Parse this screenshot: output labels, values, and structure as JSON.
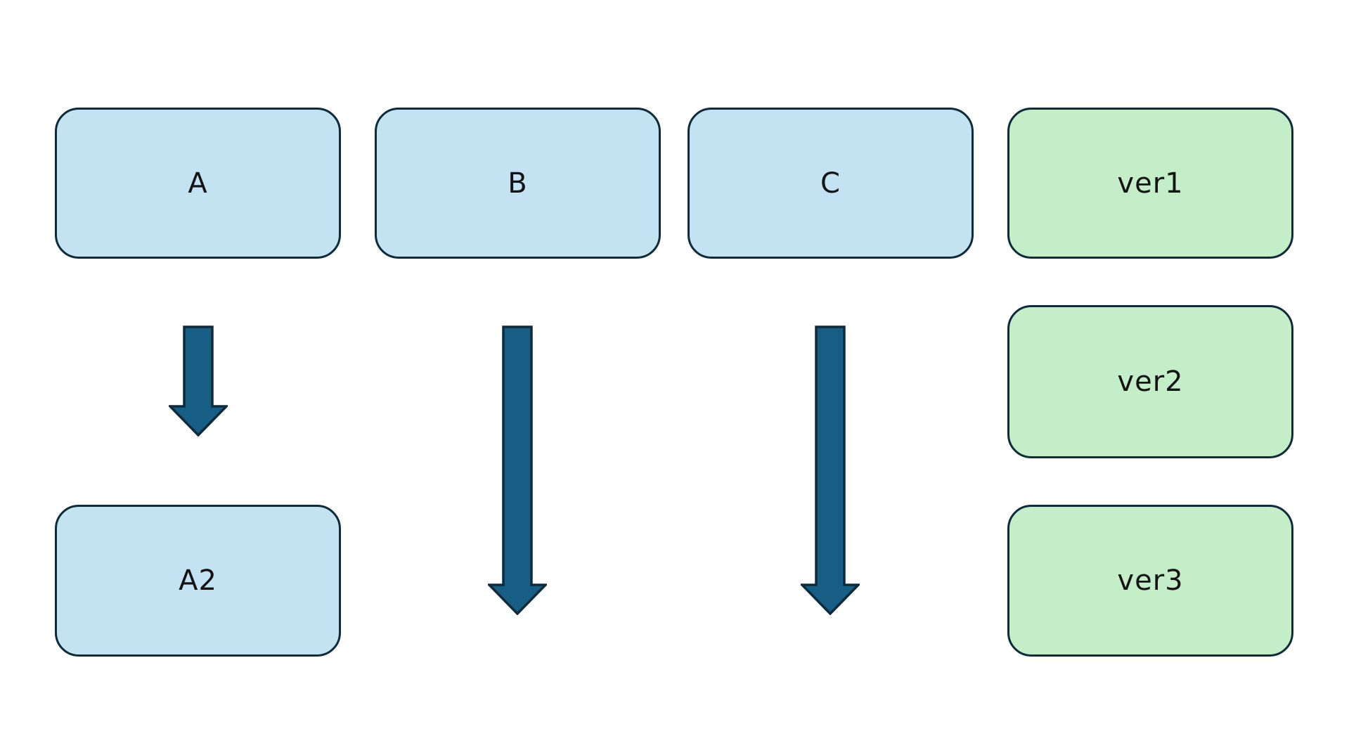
{
  "diagram": {
    "nodes": {
      "a": {
        "label": "A"
      },
      "b": {
        "label": "B"
      },
      "c": {
        "label": "C"
      },
      "ver1": {
        "label": "ver1"
      },
      "ver2": {
        "label": "ver2"
      },
      "ver3": {
        "label": "ver3"
      },
      "a2": {
        "label": "A2"
      }
    },
    "arrows": [
      {
        "from": "a",
        "to": "a2",
        "direction": "down",
        "length": "short"
      },
      {
        "from": "b",
        "to": "",
        "direction": "down",
        "length": "long"
      },
      {
        "from": "c",
        "to": "",
        "direction": "down",
        "length": "long"
      }
    ],
    "colors": {
      "background": "#ffffff",
      "node_blue_fill": "#c3e3f3",
      "node_green_fill": "#c3eec7",
      "node_border": "#0e2b3c",
      "arrow_fill": "#175e85",
      "arrow_border": "#0e2b3c",
      "label_text": "#141414"
    }
  }
}
